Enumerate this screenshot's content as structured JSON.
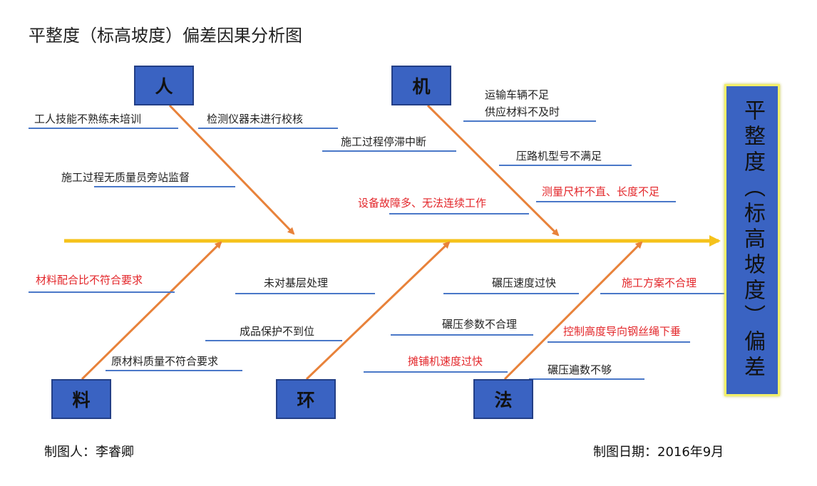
{
  "title": "平整度（标高坡度）偏差因果分析图",
  "effect": "平整度（标高坡度）偏差",
  "categories": {
    "ren": "人",
    "ji": "机",
    "liao": "料",
    "huan": "环",
    "fa": "法"
  },
  "causes": {
    "ren": [
      "工人技能不熟练未培训",
      "检测仪器未进行校核",
      "施工过程无质量员旁站监督"
    ],
    "ji": [
      "运输车辆不足",
      "供应材料不及时",
      "施工过程停滞中断",
      "压路机型号不满足",
      "测量尺杆不直、长度不足",
      "设备故障多、无法连续工作"
    ],
    "liao": [
      "材料配合比不符合要求",
      "原材料质量不符合要求"
    ],
    "huan": [
      "未对基层处理",
      "成品保护不到位",
      "摊铺机速度过快"
    ],
    "fa": [
      "碾压速度过快",
      "施工方案不合理",
      "碾压参数不合理",
      "控制高度导向钢丝绳下垂",
      "碾压遍数不够"
    ]
  },
  "footer": {
    "author": "制图人：李睿卿",
    "date": "制图日期：2016年9月"
  },
  "colors": {
    "spine": "#f5c21b",
    "bone": "#e8823a",
    "category_box": "#3a63c2",
    "effect_border": "#f2ef6a",
    "highlight_text": "#e3262a",
    "cause_underline": "#4a78c8"
  }
}
